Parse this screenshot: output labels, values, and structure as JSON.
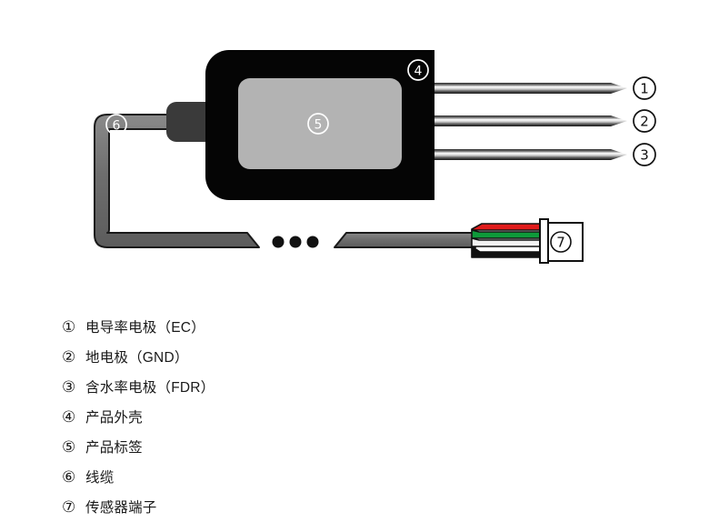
{
  "diagram": {
    "title_present": false,
    "background_color": "#ffffff",
    "device": {
      "housing_color": "#050505",
      "housing_label_ref": "4",
      "label_plate_color": "#b3b3b3",
      "label_plate_ref": "5",
      "strain_relief_color": "#3a3a3a"
    },
    "electrodes": [
      {
        "ref": "1",
        "name": "electrode-ec"
      },
      {
        "ref": "2",
        "name": "electrode-gnd"
      },
      {
        "ref": "3",
        "name": "electrode-fdr"
      }
    ],
    "cable": {
      "ref": "6",
      "color": "#6e6e6e",
      "outline_color": "#1a1a1a",
      "break_marker": "•••"
    },
    "connector": {
      "ref": "7",
      "body_color": "#ffffff",
      "outline_color": "#111111",
      "wires": [
        {
          "name": "wire-red",
          "color": "#e01b1b"
        },
        {
          "name": "wire-green",
          "color": "#0e9a3a"
        },
        {
          "name": "wire-white",
          "color": "#f2f2f2"
        },
        {
          "name": "wire-black",
          "color": "#111111"
        }
      ]
    },
    "callouts": [
      {
        "ref": "1",
        "glyph": "①"
      },
      {
        "ref": "2",
        "glyph": "②"
      },
      {
        "ref": "3",
        "glyph": "③"
      },
      {
        "ref": "4",
        "glyph": "④"
      },
      {
        "ref": "5",
        "glyph": "⑤"
      },
      {
        "ref": "6",
        "glyph": "⑥"
      },
      {
        "ref": "7",
        "glyph": "⑦"
      }
    ]
  },
  "legend": {
    "items": [
      {
        "marker": "①",
        "label": "电导率电极（EC）"
      },
      {
        "marker": "②",
        "label": "地电极（GND）"
      },
      {
        "marker": "③",
        "label": "含水率电极（FDR）"
      },
      {
        "marker": "④",
        "label": "产品外壳"
      },
      {
        "marker": "⑤",
        "label": "产品标签"
      },
      {
        "marker": "⑥",
        "label": "线缆"
      },
      {
        "marker": "⑦",
        "label": "传感器端子"
      }
    ]
  }
}
